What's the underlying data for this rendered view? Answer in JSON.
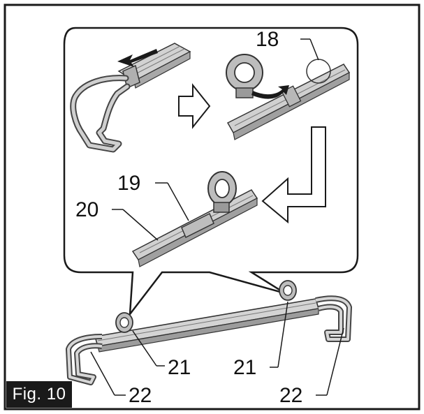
{
  "figure_label": "Fig. 10",
  "callouts": {
    "c18": "18",
    "c19": "19",
    "c20": "20",
    "c21_left": "21",
    "c21_right": "21",
    "c22_left": "22",
    "c22_right": "22"
  },
  "colors": {
    "frame": "#1a1a1a",
    "part_fill": "#c8c8c8",
    "part_dark": "#8a8a8a",
    "part_light": "#e6e6e6",
    "arrow_fill": "#1a1a1a"
  }
}
